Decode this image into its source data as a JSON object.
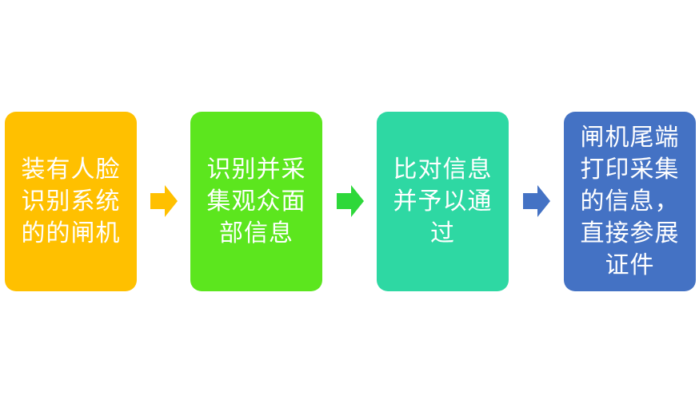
{
  "steps": [
    {
      "text": "装有人脸\n识别系统\n的的闸机",
      "color": "#FFC000"
    },
    {
      "text": "识别并采\n集观众面\n部信息",
      "color": "#5CE61E"
    },
    {
      "text": "比对信息\n并予以通\n过",
      "color": "#2ED8A3"
    },
    {
      "text": "闸机尾端\n打印采集\n的信息，\n直接参展\n证件",
      "color": "#4472C4"
    }
  ],
  "arrows": [
    {
      "color": "#FFC000"
    },
    {
      "color": "#2ED83A"
    },
    {
      "color": "#4472C4"
    }
  ]
}
